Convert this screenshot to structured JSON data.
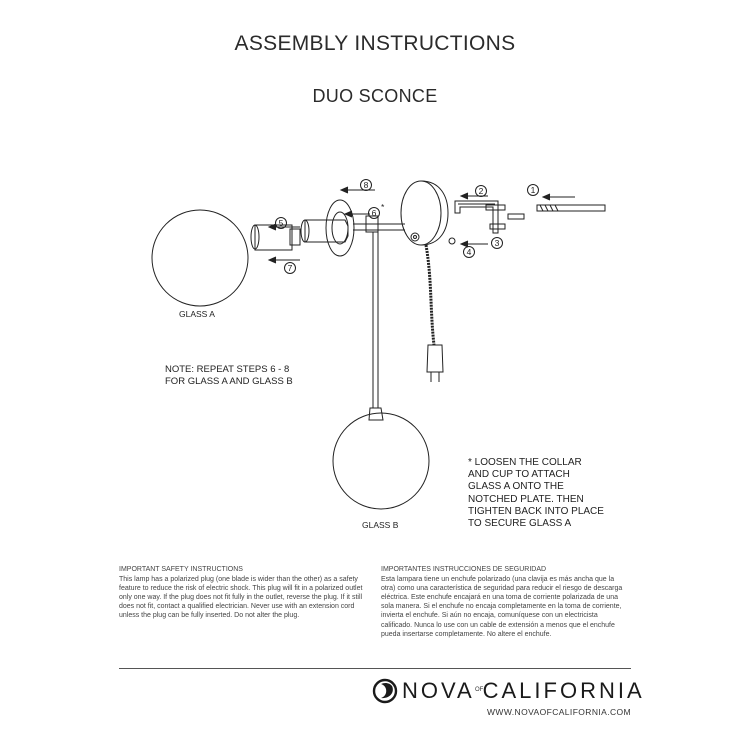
{
  "header": {
    "title": "ASSEMBLY INSTRUCTIONS",
    "subtitle": "DUO SCONCE"
  },
  "diagram": {
    "glass_a_label": "GLASS  A",
    "glass_b_label": "GLASS  B",
    "step_markers": [
      "1",
      "2",
      "3",
      "4",
      "5",
      "6",
      "7",
      "8"
    ],
    "step_6_suffix": "*"
  },
  "notes": {
    "repeat": [
      "NOTE: REPEAT STEPS 6 - 8",
      "FOR GLASS A AND GLASS B"
    ],
    "loosen": [
      "* LOOSEN THE COLLAR",
      "AND CUP TO ATTACH",
      "GLASS A ONTO THE",
      "NOTCHED PLATE. THEN",
      "TIGHTEN BACK INTO PLACE",
      "TO SECURE GLASS A"
    ]
  },
  "safety": {
    "en_heading": "IMPORTANT SAFETY INSTRUCTIONS",
    "en_body": "This lamp has a polarized plug (one blade is wider than the other) as a safety feature to reduce the risk of electric shock. This plug will fit in a polarized outlet only one way. If the plug does not fit fully in the outlet, reverse the plug. If it still does not fit, contact a qualified electrician. Never use with an extension cord unless the plug can be fully inserted. Do not alter the plug.",
    "es_heading": "IMPORTANTES INSTRUCCIONES DE SEGURIDAD",
    "es_body": "Esta lampara tiene un enchufe polarizado (una clavija es más ancha que la otra) como una característica de seguridad para reducir el riesgo de descarga eléctrica. Este enchufe encajará en una toma de corriente polarizada de una sola manera. Si el enchufe no encaja completamente en la toma de corriente, invierta el enchufe. Si aún no encaja, comuníquese con un electricista calificado. Nunca lo use con un cable de extensión a menos que el enchufe pueda insertarse completamente. No altere el enchufe."
  },
  "footer": {
    "brand_name": "NOVA    CALIFORNIA",
    "brand_of": "OF",
    "url": "WWW.NOVAOFCALIFORNIA.COM"
  }
}
